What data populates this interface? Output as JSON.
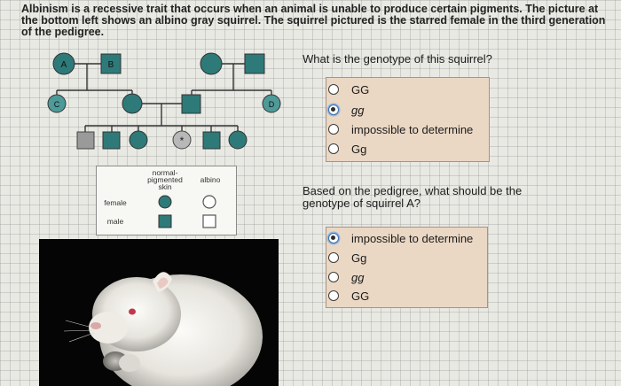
{
  "intro_text": "Albinism is a recessive trait that occurs when an animal is unable to produce certain pigments. The picture at the bottom left shows an albino gray squirrel. The squirrel pictured is the starred female in the third generation of the pedigree.",
  "pedigree": {
    "label_a": "A",
    "label_b": "B",
    "label_c": "C",
    "label_d": "D",
    "star": "*"
  },
  "legend": {
    "col_normal": [
      "normal-",
      "pigmented",
      "skin"
    ],
    "col_albino": "albino",
    "row_female": "female",
    "row_male": "male"
  },
  "question1": {
    "text": "What is the genotype of this squirrel?",
    "options": [
      "GG",
      "gg",
      "impossible to determine",
      "Gg"
    ],
    "selected_index": 1
  },
  "question2": {
    "text_lines": [
      "Based on the pedigree, what should be the",
      "genotype of squirrel A?"
    ],
    "options": [
      "impossible to determine",
      "Gg",
      "gg",
      "GG"
    ],
    "selected_index": 0
  },
  "colors": {
    "teal": "#2d7a79",
    "light_teal": "#4d9a98",
    "affected_gray": "#9a9a9a",
    "answer_bg": "#ead7c4"
  }
}
